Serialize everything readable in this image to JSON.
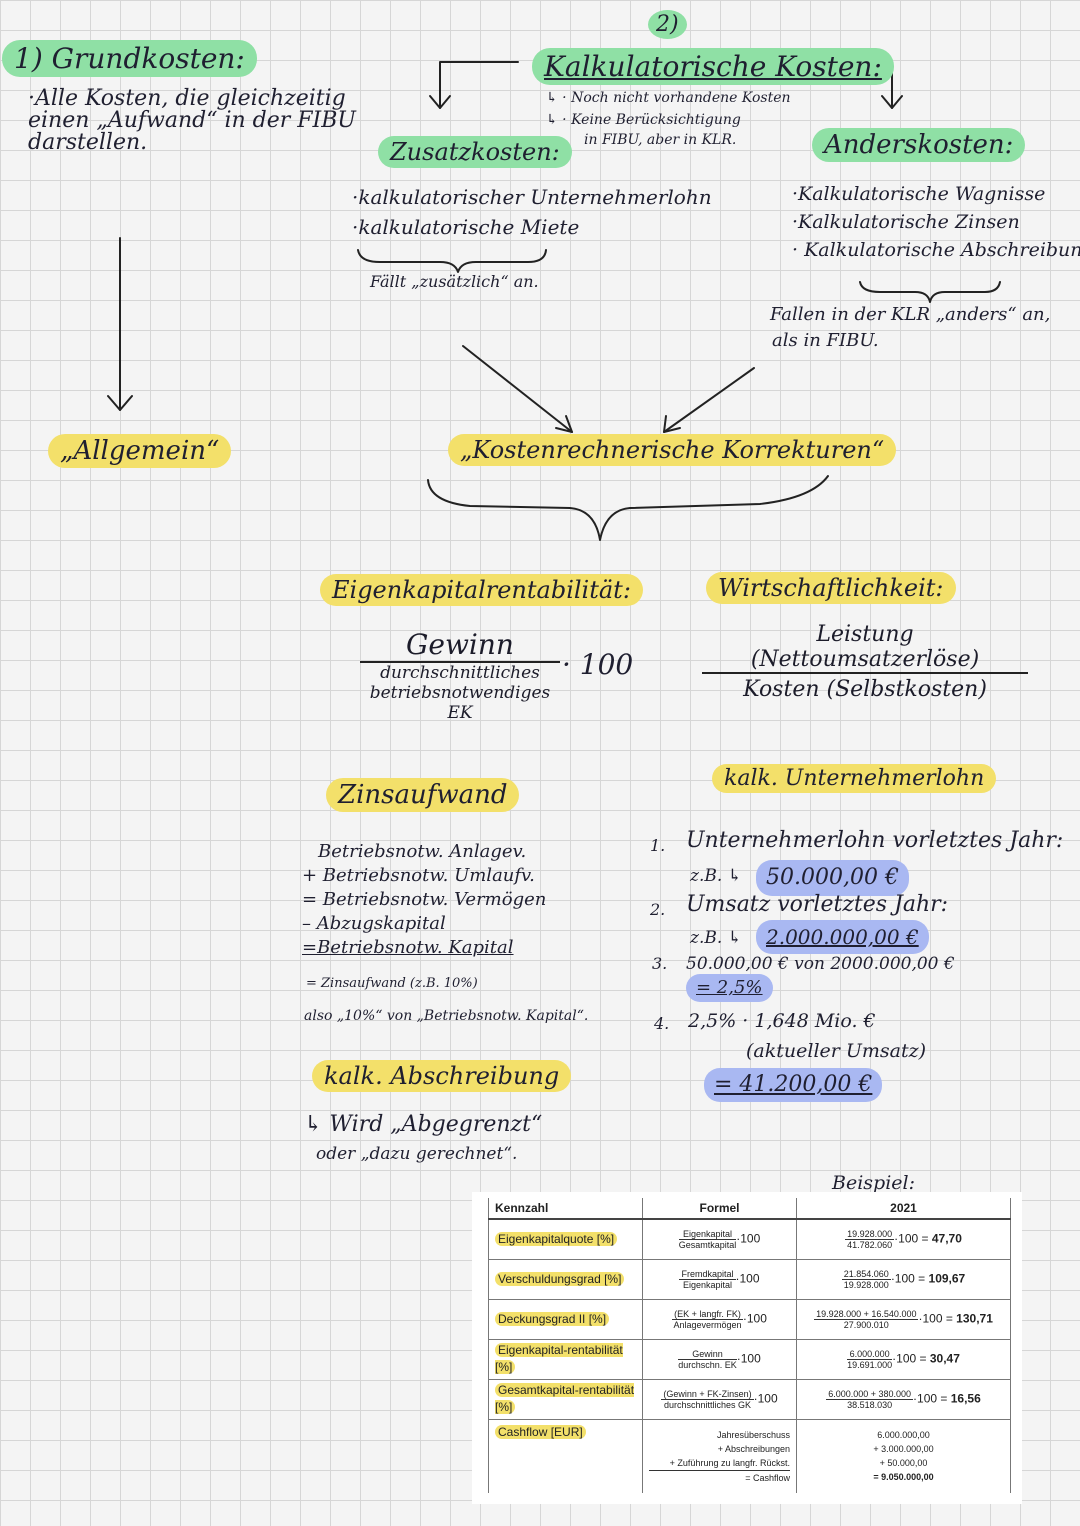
{
  "grundkosten": {
    "title": "1) Grundkosten:",
    "lines": [
      "·Alle Kosten, die gleichzeitig",
      "einen „Aufwand“ in der FIBU",
      "darstellen."
    ]
  },
  "allgemein": "„Allgemein“",
  "number2": "2)",
  "kalk": {
    "title": "Kalkulatorische Kosten:",
    "sub1": "↳ · Noch nicht vorhandene Kosten",
    "sub2": "↳ · Keine Berücksichtigung",
    "sub3": "in FIBU, aber in KLR."
  },
  "zusatz": {
    "title": "Zusatzkosten:",
    "items": [
      "·kalkulatorischer Unternehmerlohn",
      "·kalkulatorische Miete"
    ],
    "note": "Fällt „zusätzlich“ an."
  },
  "anders": {
    "title": "Anderskosten:",
    "items": [
      "·Kalkulatorische Wagnisse",
      "·Kalkulatorische Zinsen",
      "· Kalkulatorische Abschreibung"
    ],
    "note1": "Fallen in der KLR „anders“ an,",
    "note2": "als in FIBU."
  },
  "korrekturen": "„Kostenrechnerische Korrekturen“",
  "ekr": {
    "title": "Eigenkapitalrentabilität:",
    "num": "Gewinn",
    "den1": "durchschnittliches",
    "den2": "betriebsnotwendiges EK",
    "mult": "· 100"
  },
  "wirt": {
    "title": "Wirtschaftlichkeit:",
    "num": "Leistung (Nettoumsatzerlöse)",
    "den": "Kosten (Selbstkosten)"
  },
  "zins": {
    "title": "Zinsaufwand",
    "lines": [
      "Betriebsnotw. Anlagev.",
      "+ Betriebsnotw. Umlaufv.",
      "= Betriebsnotw. Vermögen",
      "– Abzugskapital",
      "=Betriebsnotw. Kapital"
    ],
    "z1": "= Zinsaufwand (z.B. 10%)",
    "z2": "also „10%“ von „Betriebsnotw. Kapital“."
  },
  "abschr": {
    "title": "kalk. Abschreibung",
    "l1": "↳ Wird „Abgegrenzt“",
    "l2": "oder „dazu gerechnet“."
  },
  "ulohn": {
    "title": "kalk. Unternehmerlohn",
    "s1n": "1.",
    "s1": "Unternehmerlohn vorletztes Jahr:",
    "s1b": "z.B. ↳",
    "s1v": "50.000,00 €",
    "s2n": "2.",
    "s2": "Umsatz vorletztes Jahr:",
    "s2b": "z.B. ↳",
    "s2v": "2.000.000,00 €",
    "s3n": "3.",
    "s3": "50.000,00 € von 2000.000,00 €",
    "s3v": "= 2,5%",
    "s4n": "4.",
    "s4": "2,5% · 1,648 Mio. €",
    "s4b": "(aktueller Umsatz)",
    "s4v": "= 41.200,00 €"
  },
  "beispiel": "Beispiel:",
  "table": {
    "headers": [
      "Kennzahl",
      "Formel",
      "2021"
    ],
    "rows": [
      {
        "name": "Eigenkapitalquote [%]",
        "fn": "Eigenkapital",
        "fd": "Gesamtkapital",
        "fm": "·100",
        "vn": "19.928.000",
        "vd": "41.782.060",
        "vr": "·100 = ",
        "vb": "47,70"
      },
      {
        "name": "Verschuldungsgrad [%]",
        "fn": "Fremdkapital",
        "fd": "Eigenkapital",
        "fm": "·100",
        "vn": "21.854.060",
        "vd": "19.928.000",
        "vr": "·100 = ",
        "vb": "109,67"
      },
      {
        "name": "Deckungsgrad II [%]",
        "fn": "(EK + langfr. FK)",
        "fd": "Anlagevermögen",
        "fm": "·100",
        "vn": "19.928.000 + 16.540.000",
        "vd": "27.900.010",
        "vr": "·100 = ",
        "vb": "130,71"
      },
      {
        "name": "Eigenkapital-rentabilität [%]",
        "fn": "Gewinn",
        "fd": "durchschn. EK",
        "fm": "·100",
        "vn": "6.000.000",
        "vd": "19.691.000",
        "vr": "·100 = ",
        "vb": "30,47"
      },
      {
        "name": "Gesamtkapital-rentabilität [%]",
        "fn": "(Gewinn + FK-Zinsen)",
        "fd": "durchschnittliches GK",
        "fm": "·100",
        "vn": "6.000.000 + 380.000",
        "vd": "38.518.030",
        "vr": "·100 = ",
        "vb": "16,56"
      }
    ],
    "cashflow": {
      "name": "Cashflow [EUR]",
      "f": [
        "Jahresüberschuss",
        "+ Abschreibungen",
        "+ Zuführung zu langfr. Rückst.",
        "= Cashflow"
      ],
      "v": [
        "6.000.000,00",
        "+ 3.000.000,00",
        "+ 50.000,00",
        "= 9.050.000,00"
      ]
    }
  }
}
